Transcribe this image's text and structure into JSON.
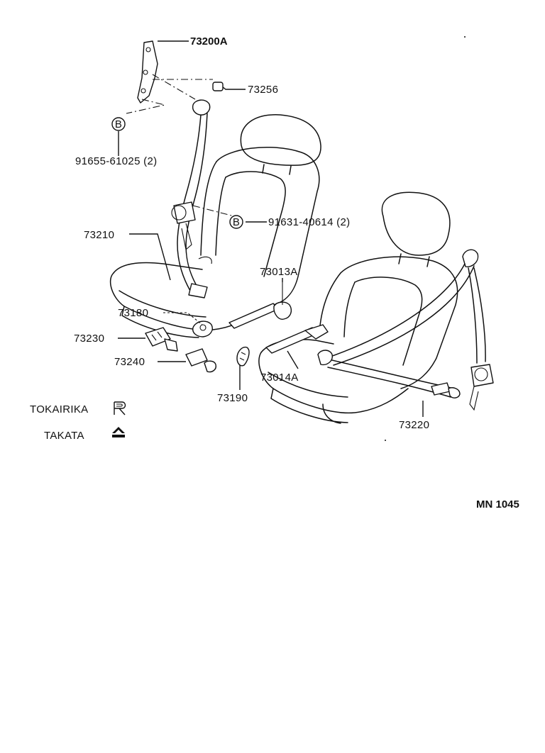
{
  "labels": {
    "p73200A": "73200A",
    "p73256": "73256",
    "bolt_b1_letter": "B",
    "p91655": "91655-61025 (2)",
    "bolt_b2_letter": "B",
    "p91631": "91631-40614 (2)",
    "p73210": "73210",
    "p73013A": "73013A",
    "p73180": "73180",
    "p73230": "73230",
    "p73240": "73240",
    "p73014A": "73014A",
    "p73190": "73190",
    "p73220": "73220"
  },
  "legend": {
    "tokairika": "TOKAIRIKA",
    "takata": "TAKATA"
  },
  "diagram_id": "MN 1045"
}
